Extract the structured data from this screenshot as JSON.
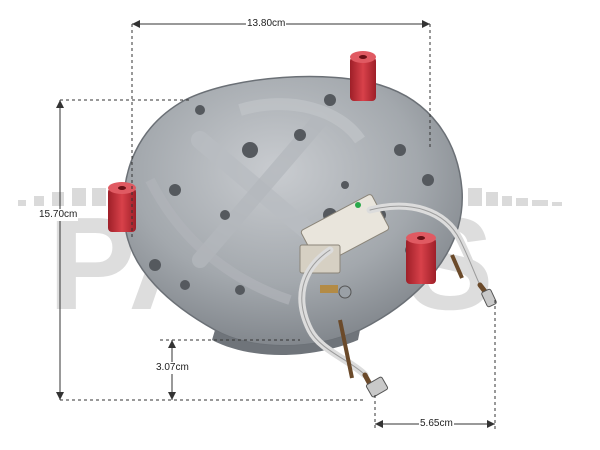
{
  "watermark": {
    "text": "PARTS"
  },
  "dimensions": {
    "width": "13.80cm",
    "height": "15.70cm",
    "small_height": "3.07cm",
    "small_width": "5.65cm"
  },
  "colors": {
    "plate": "#9aa0a6",
    "plug": "#c9323a",
    "wire": "#d9d9d9",
    "dimension_line": "#333333"
  }
}
